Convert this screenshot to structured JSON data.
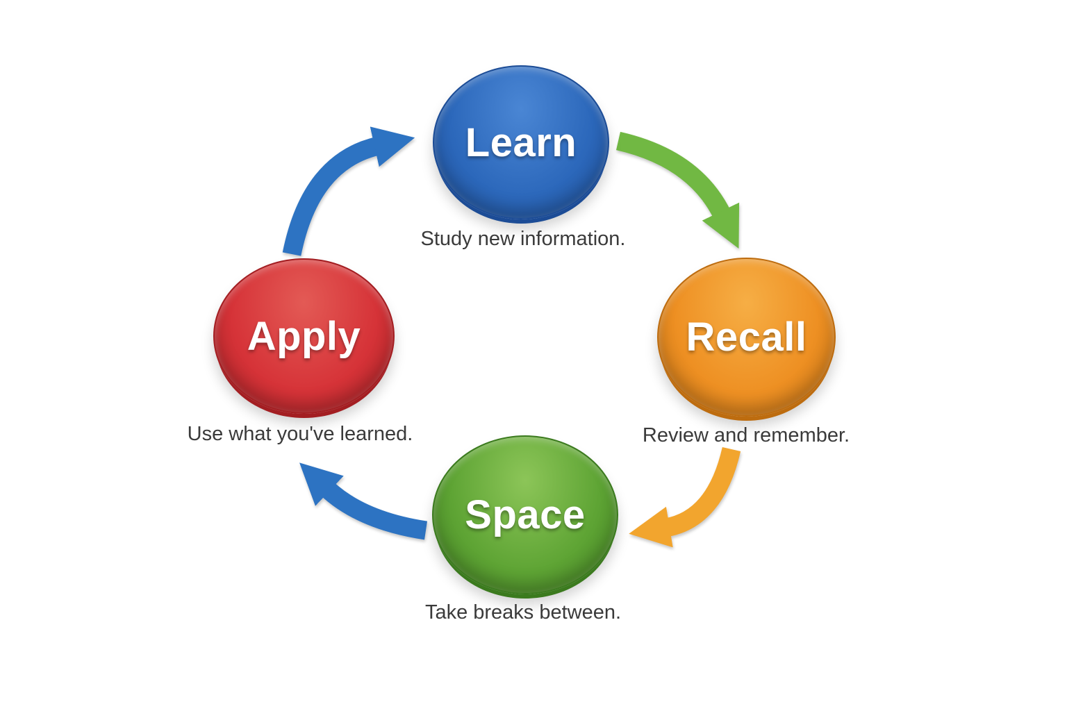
{
  "diagram": {
    "type": "cycle",
    "background_color": "#ffffff",
    "caption_text_color": "#3a3a3a",
    "node_label_color": "#ffffff",
    "nodes": [
      {
        "id": "learn",
        "label": "Learn",
        "caption": "Study new information.",
        "colors": {
          "light": "#4a86d4",
          "main": "#2c68bb",
          "dark": "#1c4c96"
        }
      },
      {
        "id": "recall",
        "label": "Recall",
        "caption": "Review and remember.",
        "colors": {
          "light": "#f6ae45",
          "main": "#ee9023",
          "dark": "#bd6c0f"
        }
      },
      {
        "id": "space",
        "label": "Space",
        "caption": "Take breaks between.",
        "colors": {
          "light": "#8cc558",
          "main": "#5ea434",
          "dark": "#3b7a1e"
        }
      },
      {
        "id": "apply",
        "label": "Apply",
        "caption": "Use what you've learned.",
        "colors": {
          "light": "#e35a55",
          "main": "#d63338",
          "dark": "#a31e22"
        }
      }
    ],
    "arrows": [
      {
        "id": "learn-recall",
        "from": "Learn",
        "to": "Recall",
        "color": "#71b843"
      },
      {
        "id": "recall-space",
        "from": "Recall",
        "to": "Space",
        "color": "#f2a52e"
      },
      {
        "id": "space-apply",
        "from": "Space",
        "to": "Apply",
        "color": "#2d73c2"
      },
      {
        "id": "apply-learn",
        "from": "Apply",
        "to": "Learn",
        "color": "#2d73c2"
      }
    ]
  }
}
